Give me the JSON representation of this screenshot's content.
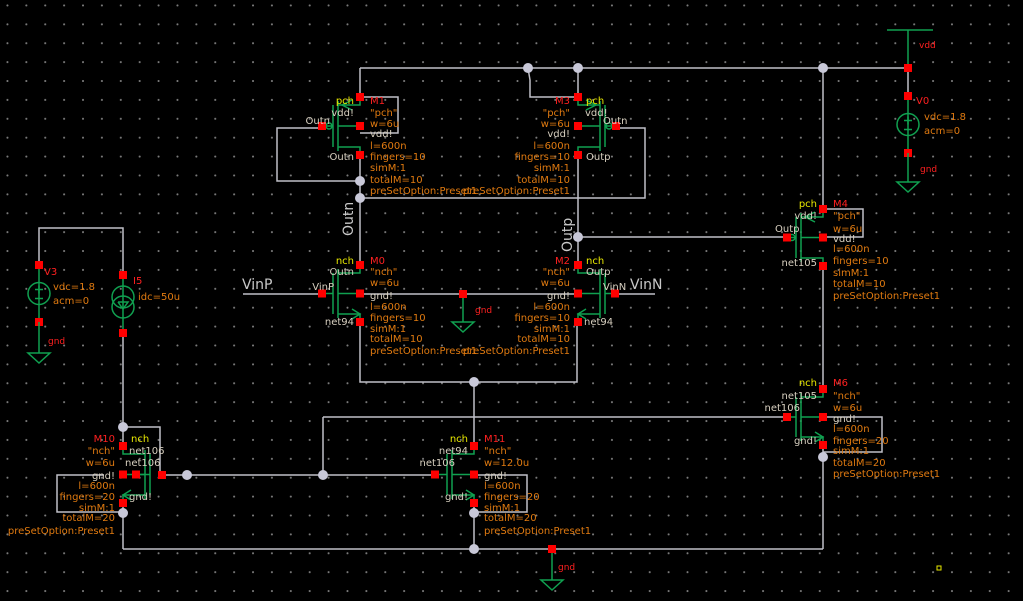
{
  "colors": {
    "background": "#000000",
    "wire": "#c0c0c8",
    "symbol": "#10a050",
    "pin": "#ff0000",
    "instance_name": "#ff2020",
    "model": "#e8e800",
    "param": "#e07a10",
    "net_label": "#d8d0c0"
  },
  "nets": {
    "vinp": "VinP",
    "vinn": "VinN",
    "outn": "Outn",
    "outp": "Outp",
    "gnd": "gnd",
    "vdd": "vdd"
  },
  "devices": {
    "M1": {
      "name": "M1",
      "model": "pch",
      "cell": "\"pch\"",
      "w": "w=6u",
      "l": "l=600n",
      "fingers": "fingers=10",
      "simM": "simM:1",
      "totalM": "totalM=10",
      "preset": "preSetOption:Preset1",
      "source": "vdd!",
      "gate": "Outn",
      "bulk": "vdd!",
      "drain": "Outn"
    },
    "M3": {
      "name": "M3",
      "model": "pch",
      "cell": "\"pch\"",
      "w": "w=6u",
      "l": "l=600n",
      "fingers": "fingers=10",
      "simM": "simM:1",
      "totalM": "totalM=10",
      "preset": "preSetOption:Preset1",
      "source": "vdd!",
      "gate": "Outn",
      "bulk": "vdd!",
      "drain": "Outp"
    },
    "M0": {
      "name": "M0",
      "model": "nch",
      "cell": "\"nch\"",
      "w": "w=6u",
      "l": "l=600n",
      "fingers": "fingers=10",
      "simM": "simM:1",
      "totalM": "totalM=10",
      "preset": "preSetOption:Preset1",
      "drain": "Outn",
      "gate": "VinP",
      "bulk": "gnd!",
      "source": "net94"
    },
    "M2": {
      "name": "M2",
      "model": "nch",
      "cell": "\"nch\"",
      "w": "w=6u",
      "l": "l=600n",
      "fingers": "fingers=10",
      "simM": "simM:1",
      "totalM": "totalM=10",
      "preset": "preSetOption:Preset1",
      "drain": "Outp",
      "gate": "VinN",
      "bulk": "gnd!",
      "source": "net94"
    },
    "M4": {
      "name": "M4",
      "model": "pch",
      "cell": "\"pch\"",
      "w": "w=6u",
      "l": "l=600n",
      "fingers": "fingers=10",
      "simM": "simM:1",
      "totalM": "totalM=10",
      "preset": "preSetOption:Preset1",
      "source": "vdd!",
      "gate": "Outp",
      "bulk": "vdd!",
      "drain": "net105"
    },
    "M6": {
      "name": "M6",
      "model": "nch",
      "cell": "\"nch\"",
      "w": "w=6u",
      "l": "l=600n",
      "fingers": "fingers=20",
      "simM": "simM:1",
      "totalM": "totalM=20",
      "preset": "preSetOption:Preset1",
      "drain": "net105",
      "gate": "net106",
      "bulk": "gnd!",
      "source": "gnd!"
    },
    "M10": {
      "name": "M10",
      "model": "nch",
      "cell": "\"nch\"",
      "w": "w=6u",
      "l": "l=600n",
      "fingers": "fingers=20",
      "simM": "simM:1",
      "totalM": "totalM=20",
      "preset": "preSetOption:Preset1",
      "drain": "net106",
      "gate": "net106",
      "bulk": "gnd!",
      "source": "gnd!"
    },
    "M11": {
      "name": "M11",
      "model": "nch",
      "cell": "\"nch\"",
      "w": "w=12.0u",
      "l": "l=600n",
      "fingers": "fingers=20",
      "simM": "simM:1",
      "totalM": "totalM=20",
      "preset": "preSetOption:Preset1",
      "drain": "net94",
      "gate": "net106",
      "bulk": "gnd!",
      "source": "gnd!"
    },
    "V0": {
      "name": "V0",
      "vdc": "vdc=1.8",
      "acm": "acm=0"
    },
    "V3": {
      "name": "V3",
      "vdc": "vdc=1.8",
      "acm": "acm=0"
    },
    "I5": {
      "name": "I5",
      "idc": "idc=50u"
    }
  }
}
